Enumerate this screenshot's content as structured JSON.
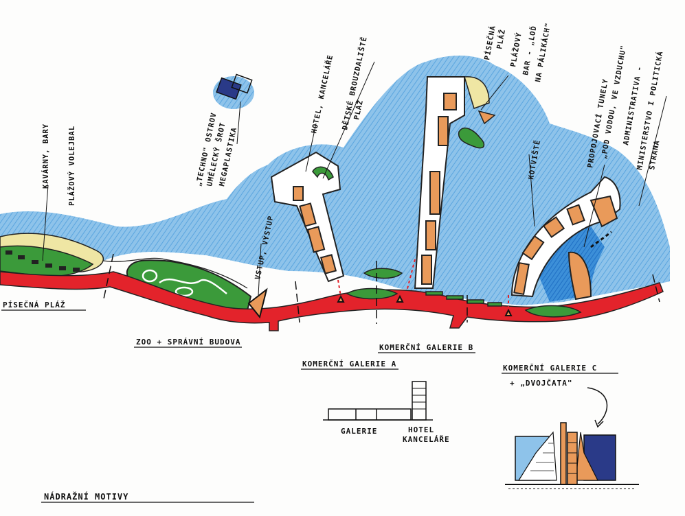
{
  "labels": {
    "kavarny": "KAVÁRNY, BARY",
    "plazovy": "PLÁŽOVÝ VOLEJBAL",
    "techno1": "„TECHNO\" OSTROV",
    "techno2": "UMĚLECKÝ ŠROT",
    "techno3": "MEGAPLASTIKA",
    "hotel": "HOTEL, KANCELÁŘE",
    "detske1": "DĚTSKÉ BROUZDALIŠTĚ",
    "detske2": "PLÁŽ",
    "vstup": "VSTUP, VÝSTUP",
    "pisecna_top1": "PÍSEČNÁ",
    "pisecna_top2": "PLÁŽ",
    "bar1": "PLÁŽOVÝ",
    "bar2": "BAR - „LOĎ",
    "bar3": "NA PÁLIKÁCH\"",
    "kotviste": "KOTVIŠTĚ",
    "tunely1": "PROPOJOVACÍ TUNELY",
    "tunely2": "„POD VODOU, VE VZDUCHU\"",
    "admin1": "ADMINISTRATIVA -",
    "admin2": "MINISTERSTVO I POLITICKÁ",
    "admin3": "STRANA",
    "pisecna_plaz": "PÍSEČNÁ PLÁŽ",
    "zoo": "ZOO + SPRÁVNÍ BUDOVA",
    "galerie_b": "KOMERČNÍ GALERIE B",
    "galerie_a": "KOMERČNÍ GALERIE A",
    "galerie_c": "KOMERČNÍ GALERIE C",
    "dvojcata": "+ „DVOJČATA\"",
    "galerie_small": "GALERIE",
    "hotel_small1": "HOTEL",
    "hotel_small2": "KANCELÁŘE",
    "nadrazni": "NÁDRAŽNÍ MOTIVY"
  },
  "colors": {
    "water": "#8ec3ea",
    "water_deep": "#3c8fd8",
    "road": "#e3232b",
    "green": "#3b9a3a",
    "sand": "#efe6a4",
    "building": "#e99a5a",
    "ink": "#111111",
    "pier": "#ffffff"
  }
}
